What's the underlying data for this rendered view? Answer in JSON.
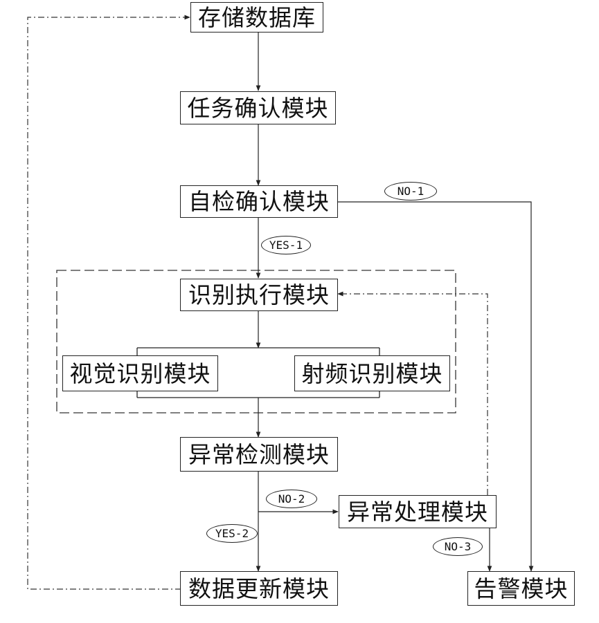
{
  "nodes": {
    "storage_db": "存储数据库",
    "task_confirm": "任务确认模块",
    "self_check": "自检确认模块",
    "recognition_exec": "识别执行模块",
    "visual_recognition": "视觉识别模块",
    "rf_recognition": "射频识别模块",
    "anomaly_detection": "异常检测模块",
    "anomaly_handling": "异常处理模块",
    "data_update": "数据更新模块",
    "alarm": "告警模块"
  },
  "edge_labels": {
    "yes_1": "YES-1",
    "no_1": "NO-1",
    "no_2": "NO-2",
    "yes_2": "YES-2",
    "no_3": "NO-3"
  }
}
